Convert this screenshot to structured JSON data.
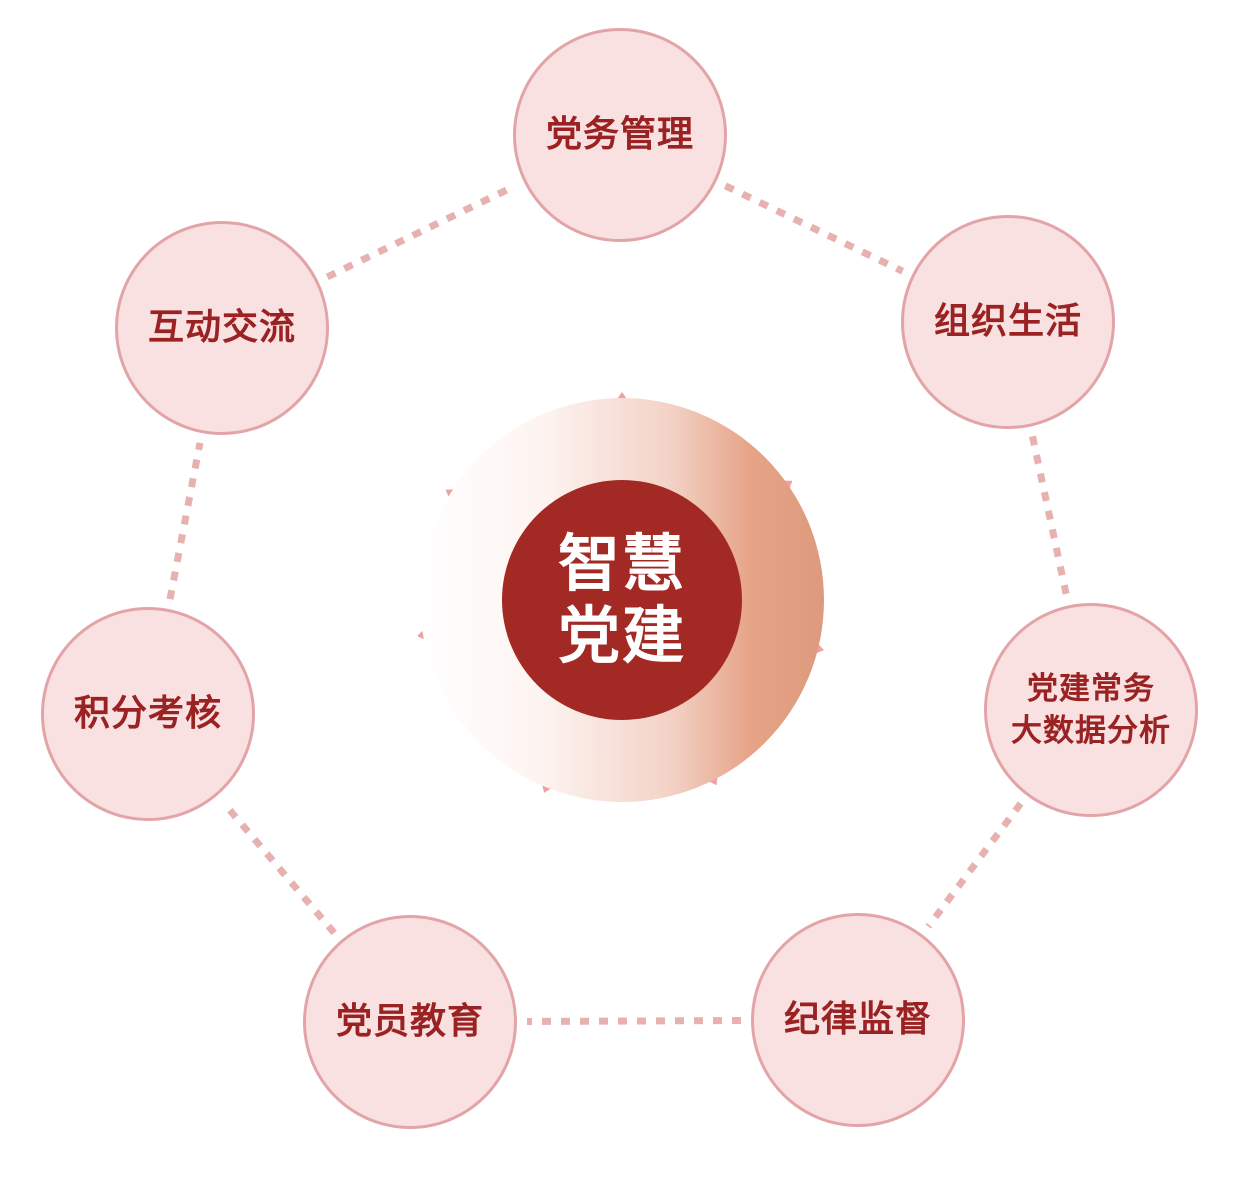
{
  "center": {
    "lines": [
      "智慧",
      "党建"
    ],
    "fill_color": "#a32a24",
    "text_color": "#ffffff"
  },
  "nodes": [
    {
      "id": "party-affairs",
      "lines": [
        "党务管理"
      ]
    },
    {
      "id": "org-life",
      "lines": [
        "组织生活"
      ]
    },
    {
      "id": "big-data",
      "lines": [
        "党建常务",
        "大数据分析"
      ]
    },
    {
      "id": "discipline",
      "lines": [
        "纪律监督"
      ]
    },
    {
      "id": "education",
      "lines": [
        "党员教育"
      ]
    },
    {
      "id": "points",
      "lines": [
        "积分考核"
      ]
    },
    {
      "id": "interaction",
      "lines": [
        "互动交流"
      ]
    }
  ],
  "colors": {
    "node_fill": "#f9e1e1",
    "node_border": "#e3a4a8",
    "node_text": "#9b2222",
    "ring_dash": "#e7b1b0",
    "arrow": "#ef9ea0"
  }
}
